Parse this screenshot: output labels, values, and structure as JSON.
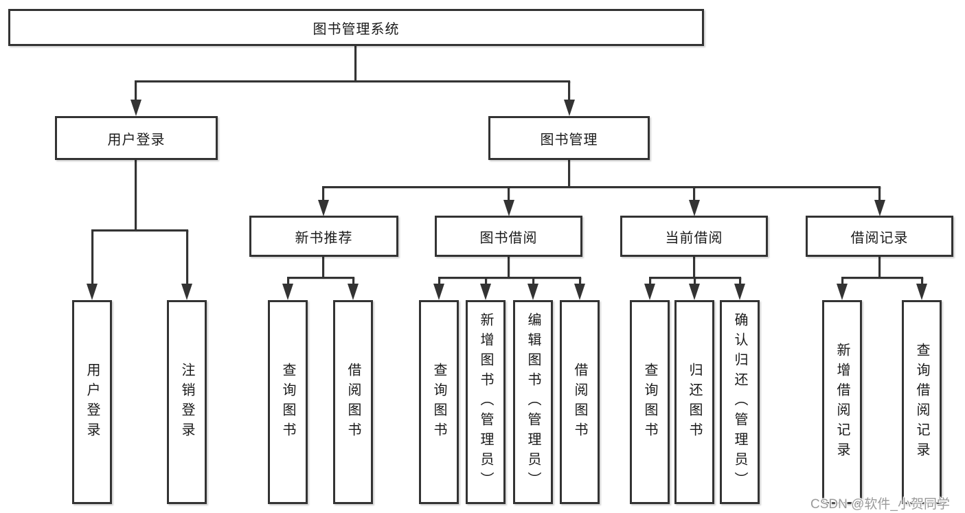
{
  "colors": {
    "line": "#333333",
    "text": "#1a1a1a",
    "box_background": "#ffffff",
    "canvas_background": "#ffffff",
    "watermark": "#9a9a9a"
  },
  "watermark": "CSDN @软件_小贺同学",
  "tree": {
    "label": "图书管理系统",
    "children": [
      {
        "label": "用户登录",
        "children": [
          {
            "label": "用户登录"
          },
          {
            "label": "注销登录"
          }
        ]
      },
      {
        "label": "图书管理",
        "children": [
          {
            "label": "新书推荐",
            "children": [
              {
                "label": "查询图书"
              },
              {
                "label": "借阅图书"
              }
            ]
          },
          {
            "label": "图书借阅",
            "children": [
              {
                "label": "查询图书"
              },
              {
                "label": "新增图书（管理员）"
              },
              {
                "label": "编辑图书（管理员）"
              },
              {
                "label": "借阅图书"
              }
            ]
          },
          {
            "label": "当前借阅",
            "children": [
              {
                "label": "查询图书"
              },
              {
                "label": "归还图书"
              },
              {
                "label": "确认归还（管理员）"
              }
            ]
          },
          {
            "label": "借阅记录",
            "children": [
              {
                "label": "新增借阅记录"
              },
              {
                "label": "查询借阅记录"
              }
            ]
          }
        ]
      }
    ]
  }
}
